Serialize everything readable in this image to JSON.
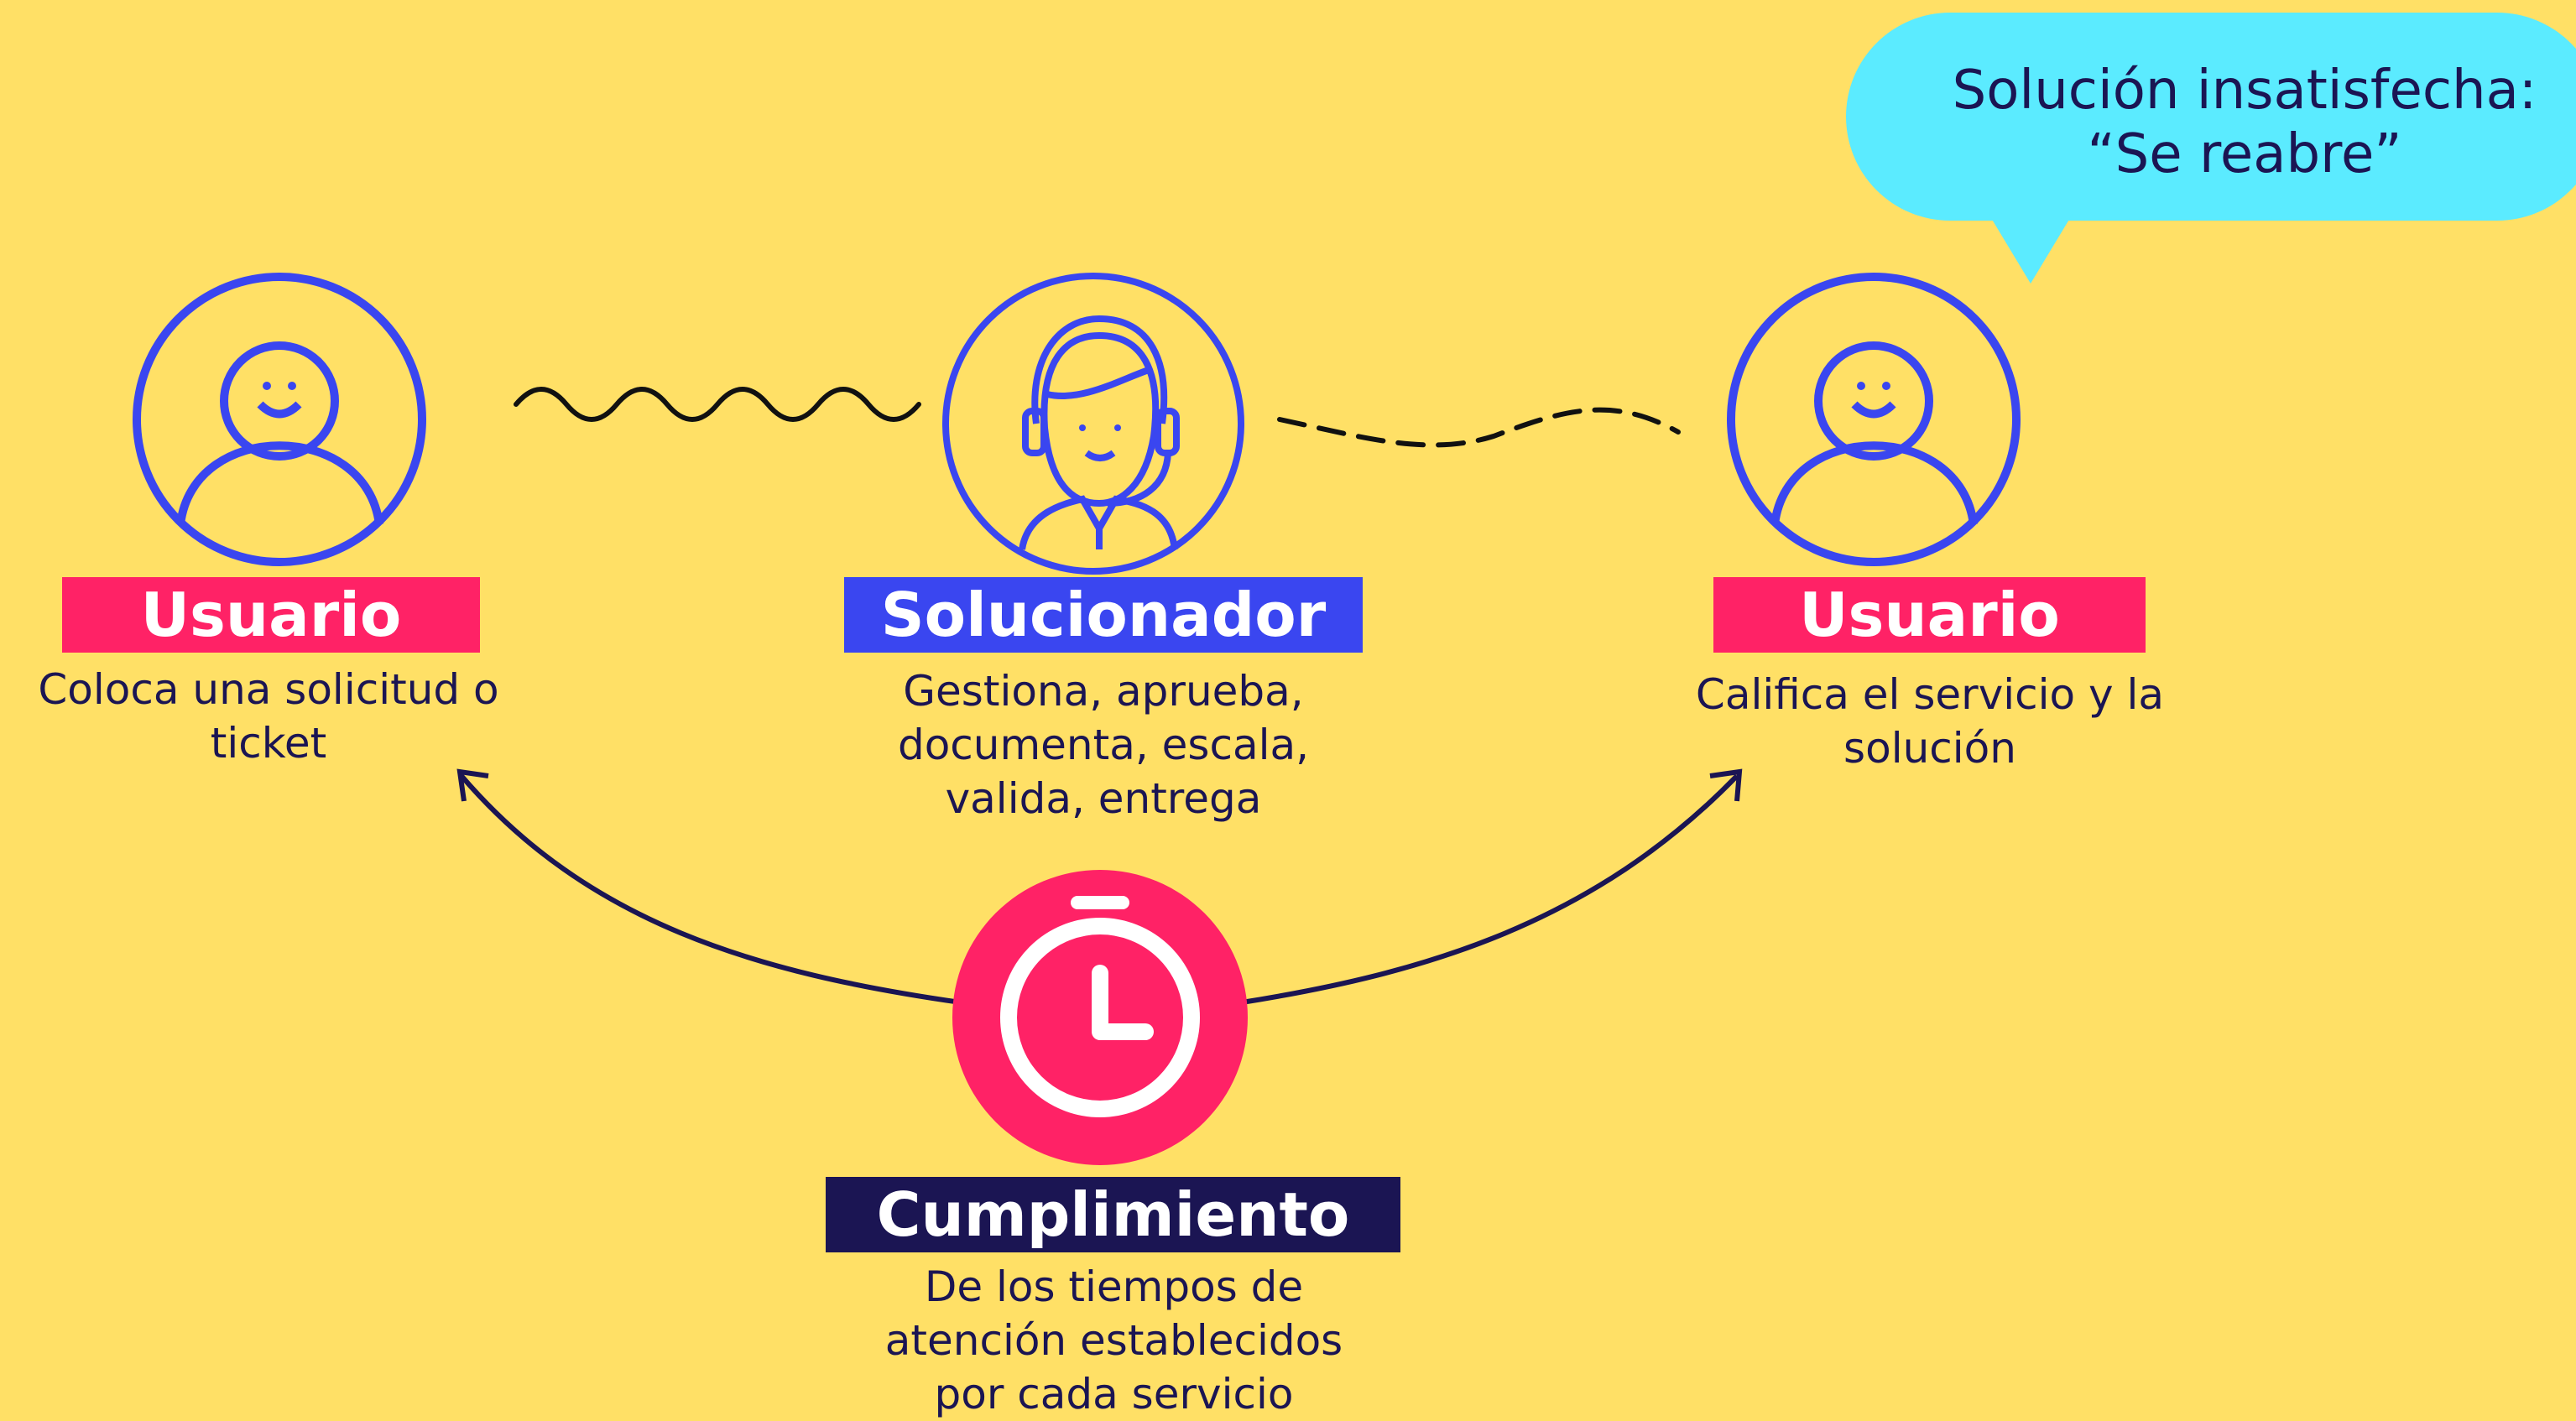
{
  "colors": {
    "background": "#FFE066",
    "person_stroke": "#3A46F0",
    "usuario_label": "#FF2266",
    "solucionador_label": "#3A46F0",
    "cumplimiento_label": "#1B1553",
    "timer_fill": "#FF2266",
    "bubble_fill": "#5BEBFF",
    "text": "#1B1553",
    "connector": "#111111"
  },
  "nodes": [
    {
      "id": "usuario_inicio",
      "label": "Usuario",
      "description": "Coloca una solicitud o ticket",
      "icon": "user-smile-icon"
    },
    {
      "id": "solucionador",
      "label": "Solucionador",
      "description": "Gestiona, aprueba, documenta, escala, valida, entrega",
      "icon": "support-agent-icon"
    },
    {
      "id": "usuario_final",
      "label": "Usuario",
      "description": "Califica el servicio y la solución",
      "icon": "user-smile-icon"
    },
    {
      "id": "cumplimiento",
      "label": "Cumplimiento",
      "description": "De los tiempos de atención establecidos por cada servicio",
      "icon": "stopwatch-icon"
    }
  ],
  "callout": {
    "text_line1": "Solución insatisfecha:",
    "text_line2": "“Se reabre”"
  },
  "connectors": [
    {
      "from": "usuario_inicio",
      "to": "solucionador",
      "style": "wavy-solid"
    },
    {
      "from": "solucionador",
      "to": "usuario_final",
      "style": "dashed"
    },
    {
      "from": "cumplimiento",
      "to": "usuario_inicio",
      "style": "curved-arrow"
    },
    {
      "from": "cumplimiento",
      "to": "usuario_final",
      "style": "curved-arrow"
    }
  ]
}
